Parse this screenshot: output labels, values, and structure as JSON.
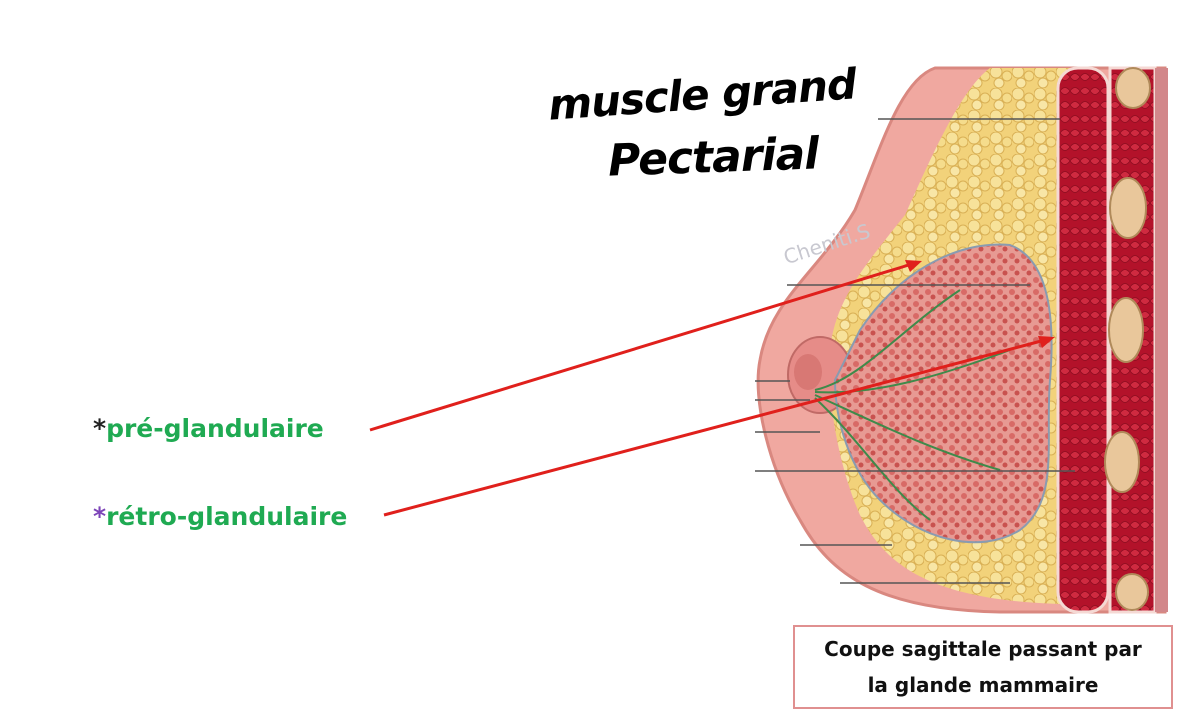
{
  "handwritten": {
    "line1": "muscle grand",
    "line2": "Pectarial"
  },
  "labels": {
    "pre": {
      "star": "*",
      "text": "pré-glandulaire"
    },
    "retro": {
      "star": "*",
      "text": "rétro-glandulaire"
    }
  },
  "watermark": "Cheniti.S",
  "caption": {
    "line1": "Coupe sagittale passant par",
    "line2": "la glande mammaire"
  },
  "colors": {
    "arrow": "#e0201c",
    "label_green": "#1faa52",
    "star_purple": "#7d45b8",
    "caption_border": "#e09090"
  }
}
